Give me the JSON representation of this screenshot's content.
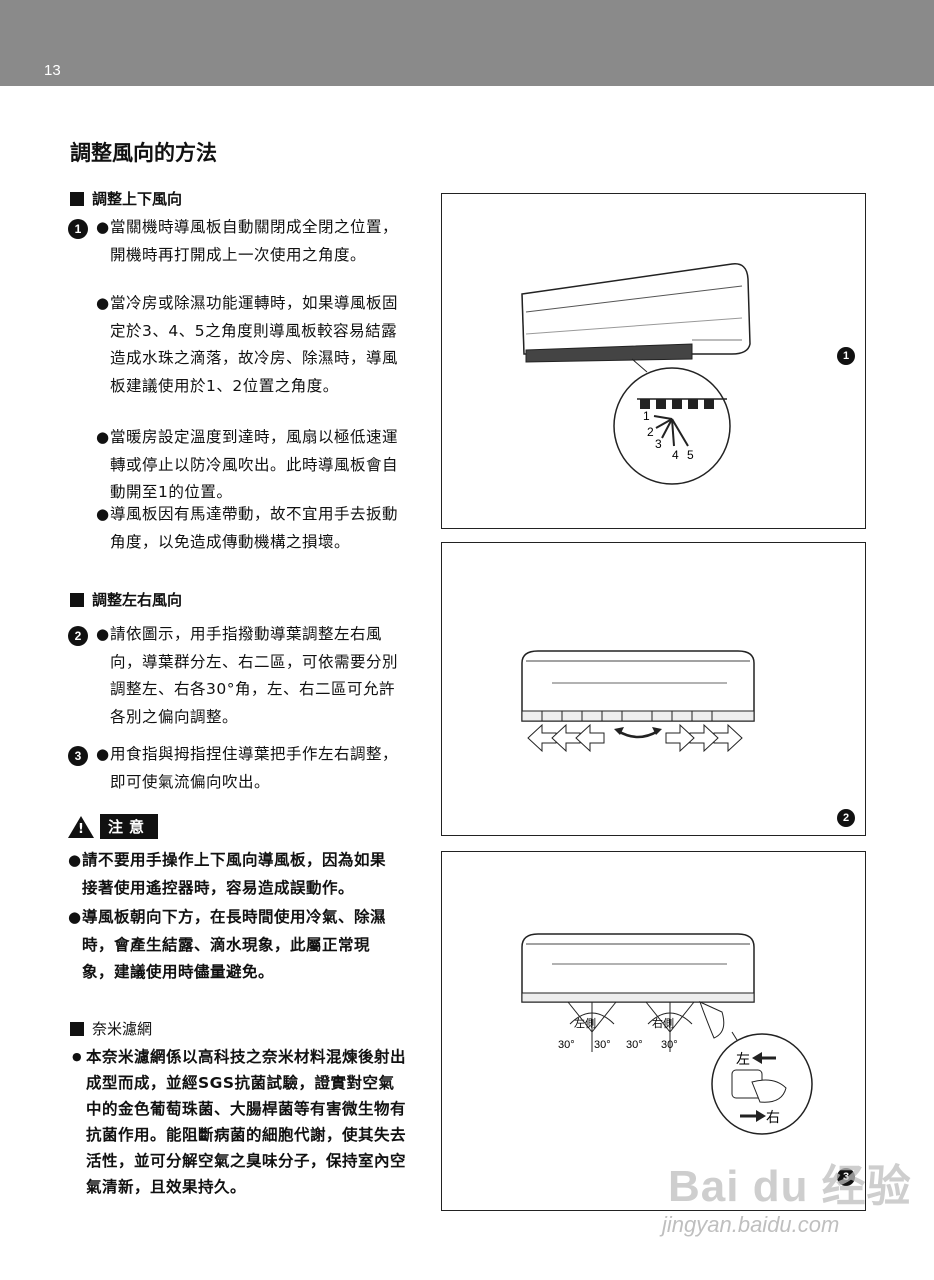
{
  "page_number": "13",
  "title": "調整風向的方法",
  "section_updown": {
    "heading": "調整上下風向",
    "marker": "1",
    "bullets": [
      "當關機時導風板自動關閉成全閉之位置，開機時再打開成上一次使用之角度。",
      "當冷房或除濕功能運轉時，如果導風板固定於3、4、5之角度則導風板較容易結露造成水珠之滴落，故冷房、除濕時，導風板建議使用於1、2位置之角度。",
      "當暖房設定溫度到達時，風扇以極低速運轉或停止以防冷風吹出。此時導風板會自動開至1的位置。",
      "導風板因有馬達帶動，故不宜用手去扳動角度，以免造成傳動機構之損壞。"
    ]
  },
  "section_leftright": {
    "heading": "調整左右風向",
    "item2_marker": "2",
    "item2_bullet": "請依圖示，用手指撥動導葉調整左右風向，導葉群分左、右二區，可依需要分別調整左、右各30°角，左、右二區可允許各別之偏向調整。",
    "item3_marker": "3",
    "item3_bullet": "用食指與拇指捏住導葉把手作左右調整，即可使氣流偏向吹出。"
  },
  "caution": {
    "label": "注意",
    "bullets": [
      "請不要用手操作上下風向導風板，因為如果接著使用遙控器時，容易造成誤動作。",
      "導風板朝向下方，在長時間使用冷氣、除濕時，會產生結露、滴水現象，此屬正常現象，建議使用時儘量避免。"
    ]
  },
  "nano": {
    "heading": "奈米濾網",
    "bullet": "本奈米濾網係以高科技之奈米材料混煉後射出成型而成，並經SGS抗菌試驗，證實對空氣中的金色葡萄珠菌、大腸桿菌等有害微生物有抗菌作用。能阻斷病菌的細胞代謝，使其失去活性，並可分解空氣之臭味分子，保持室內空氣清新，且效果持久。"
  },
  "figure1": {
    "marker": "1",
    "positions": [
      "1",
      "2",
      "3",
      "4",
      "5"
    ]
  },
  "figure2": {
    "marker": "2"
  },
  "figure3": {
    "marker": "3",
    "left_zone": "左側",
    "right_zone": "右側",
    "angle": "30°",
    "left_word": "左",
    "right_word": "右"
  },
  "watermark": {
    "main": "Bai du 经验",
    "sub": "jingyan.baidu.com"
  }
}
